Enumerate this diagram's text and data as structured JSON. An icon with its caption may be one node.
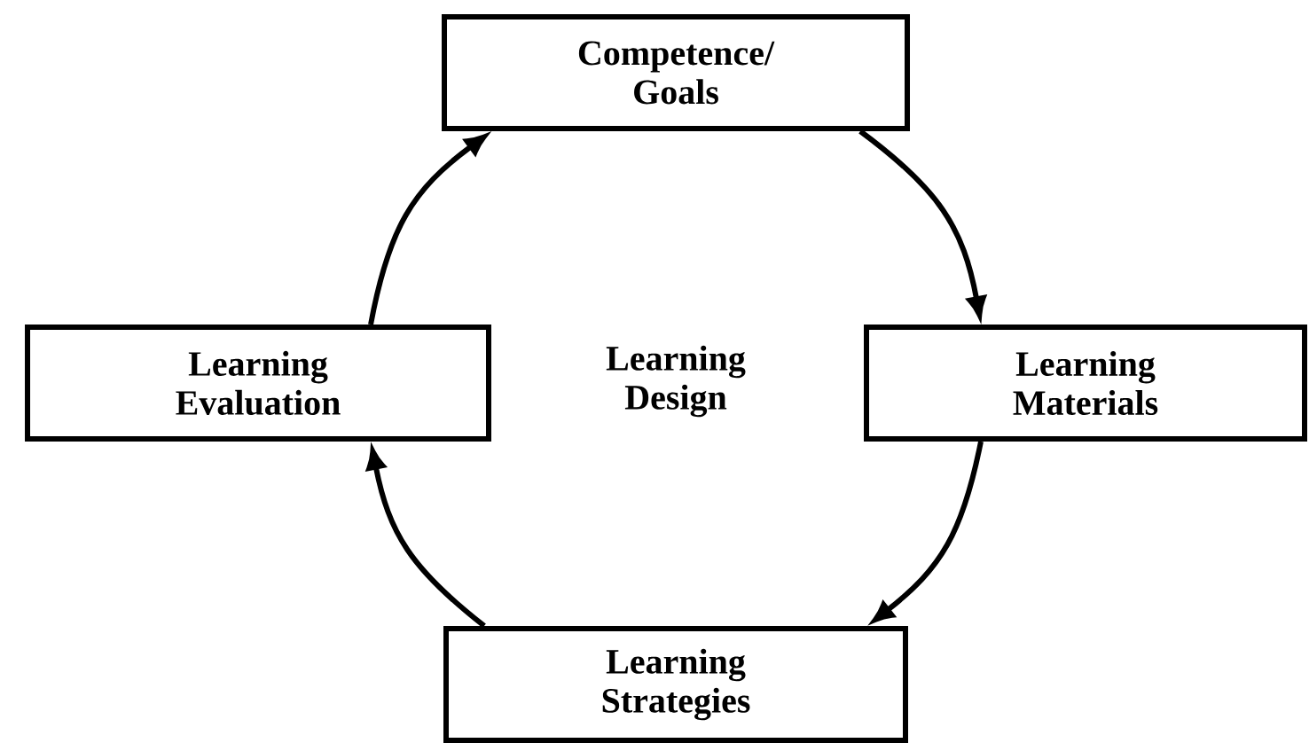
{
  "diagram": {
    "nodes": [
      {
        "text": [
          "Competence/ Goals"
        ]
      },
      {
        "text": [
          "Learning Evaluation"
        ]
      },
      {
        "text": [
          "Learning Materials"
        ]
      },
      {
        "text": [
          "Learning Strategies"
        ]
      }
    ],
    "edges": [
      {
        "from": 0,
        "to": 2,
        "arrow": "to"
      },
      {
        "from": 2,
        "to": 3,
        "arrow": "to"
      },
      {
        "from": 3,
        "to": 1,
        "arrow": "to"
      },
      {
        "from": 1,
        "to": 0,
        "arrow": "to"
      }
    ],
    "labels": [
      "Learning Design"
    ]
  }
}
